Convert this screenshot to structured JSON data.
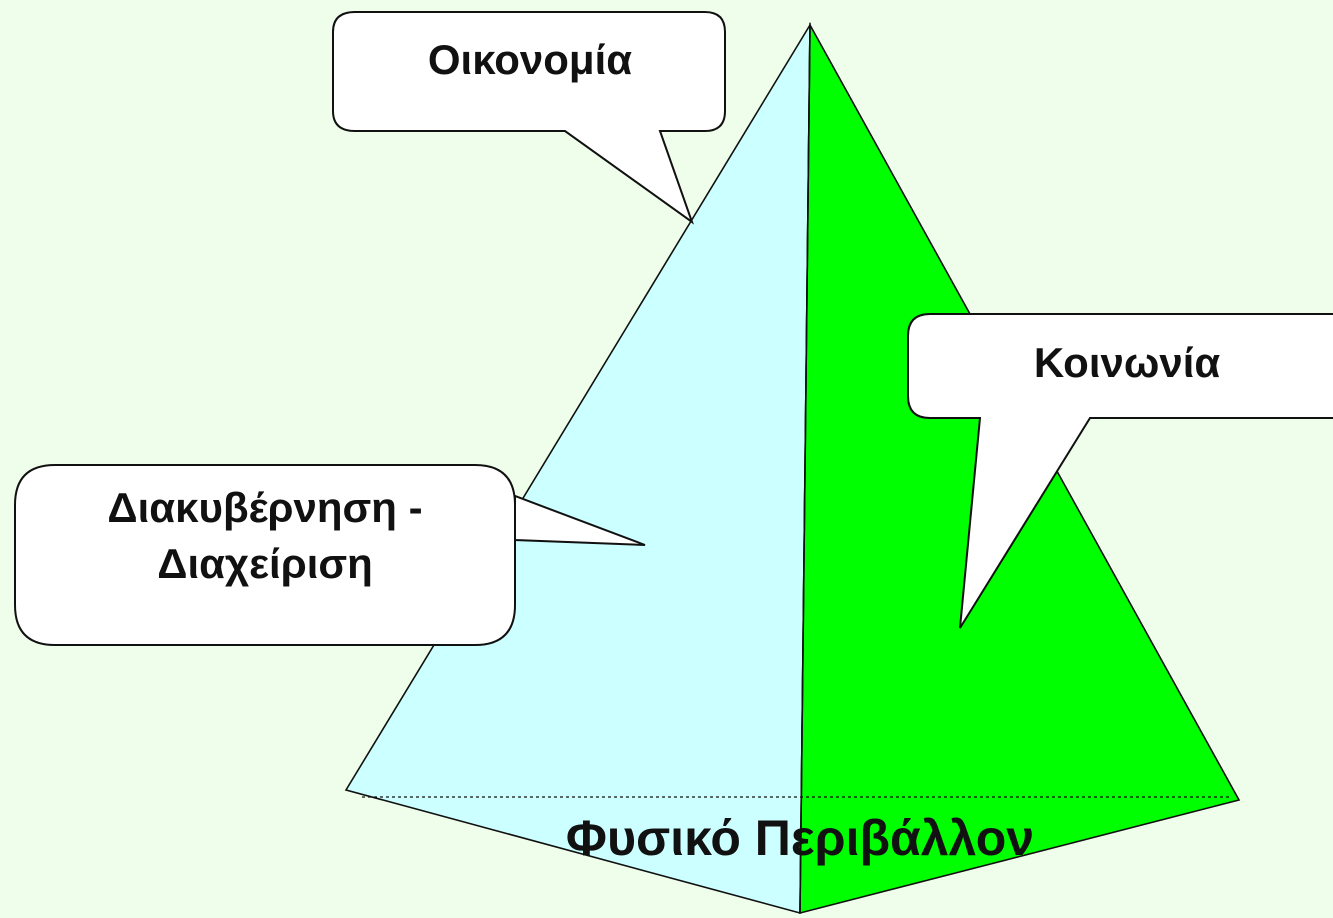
{
  "diagram": {
    "type": "pyramid-callouts",
    "faces": {
      "left_color": "#ccffff",
      "right_color": "#00ff00",
      "outline_color": "#111111"
    },
    "background": "#eefeea",
    "callouts": {
      "economy": "Οικονομία",
      "society": "Κοινωνία",
      "governance_line1": "Διακυβέρνηση -",
      "governance_line2": "Διαχείριση"
    },
    "base_label": "Φυσικό Περιβάλλον"
  }
}
